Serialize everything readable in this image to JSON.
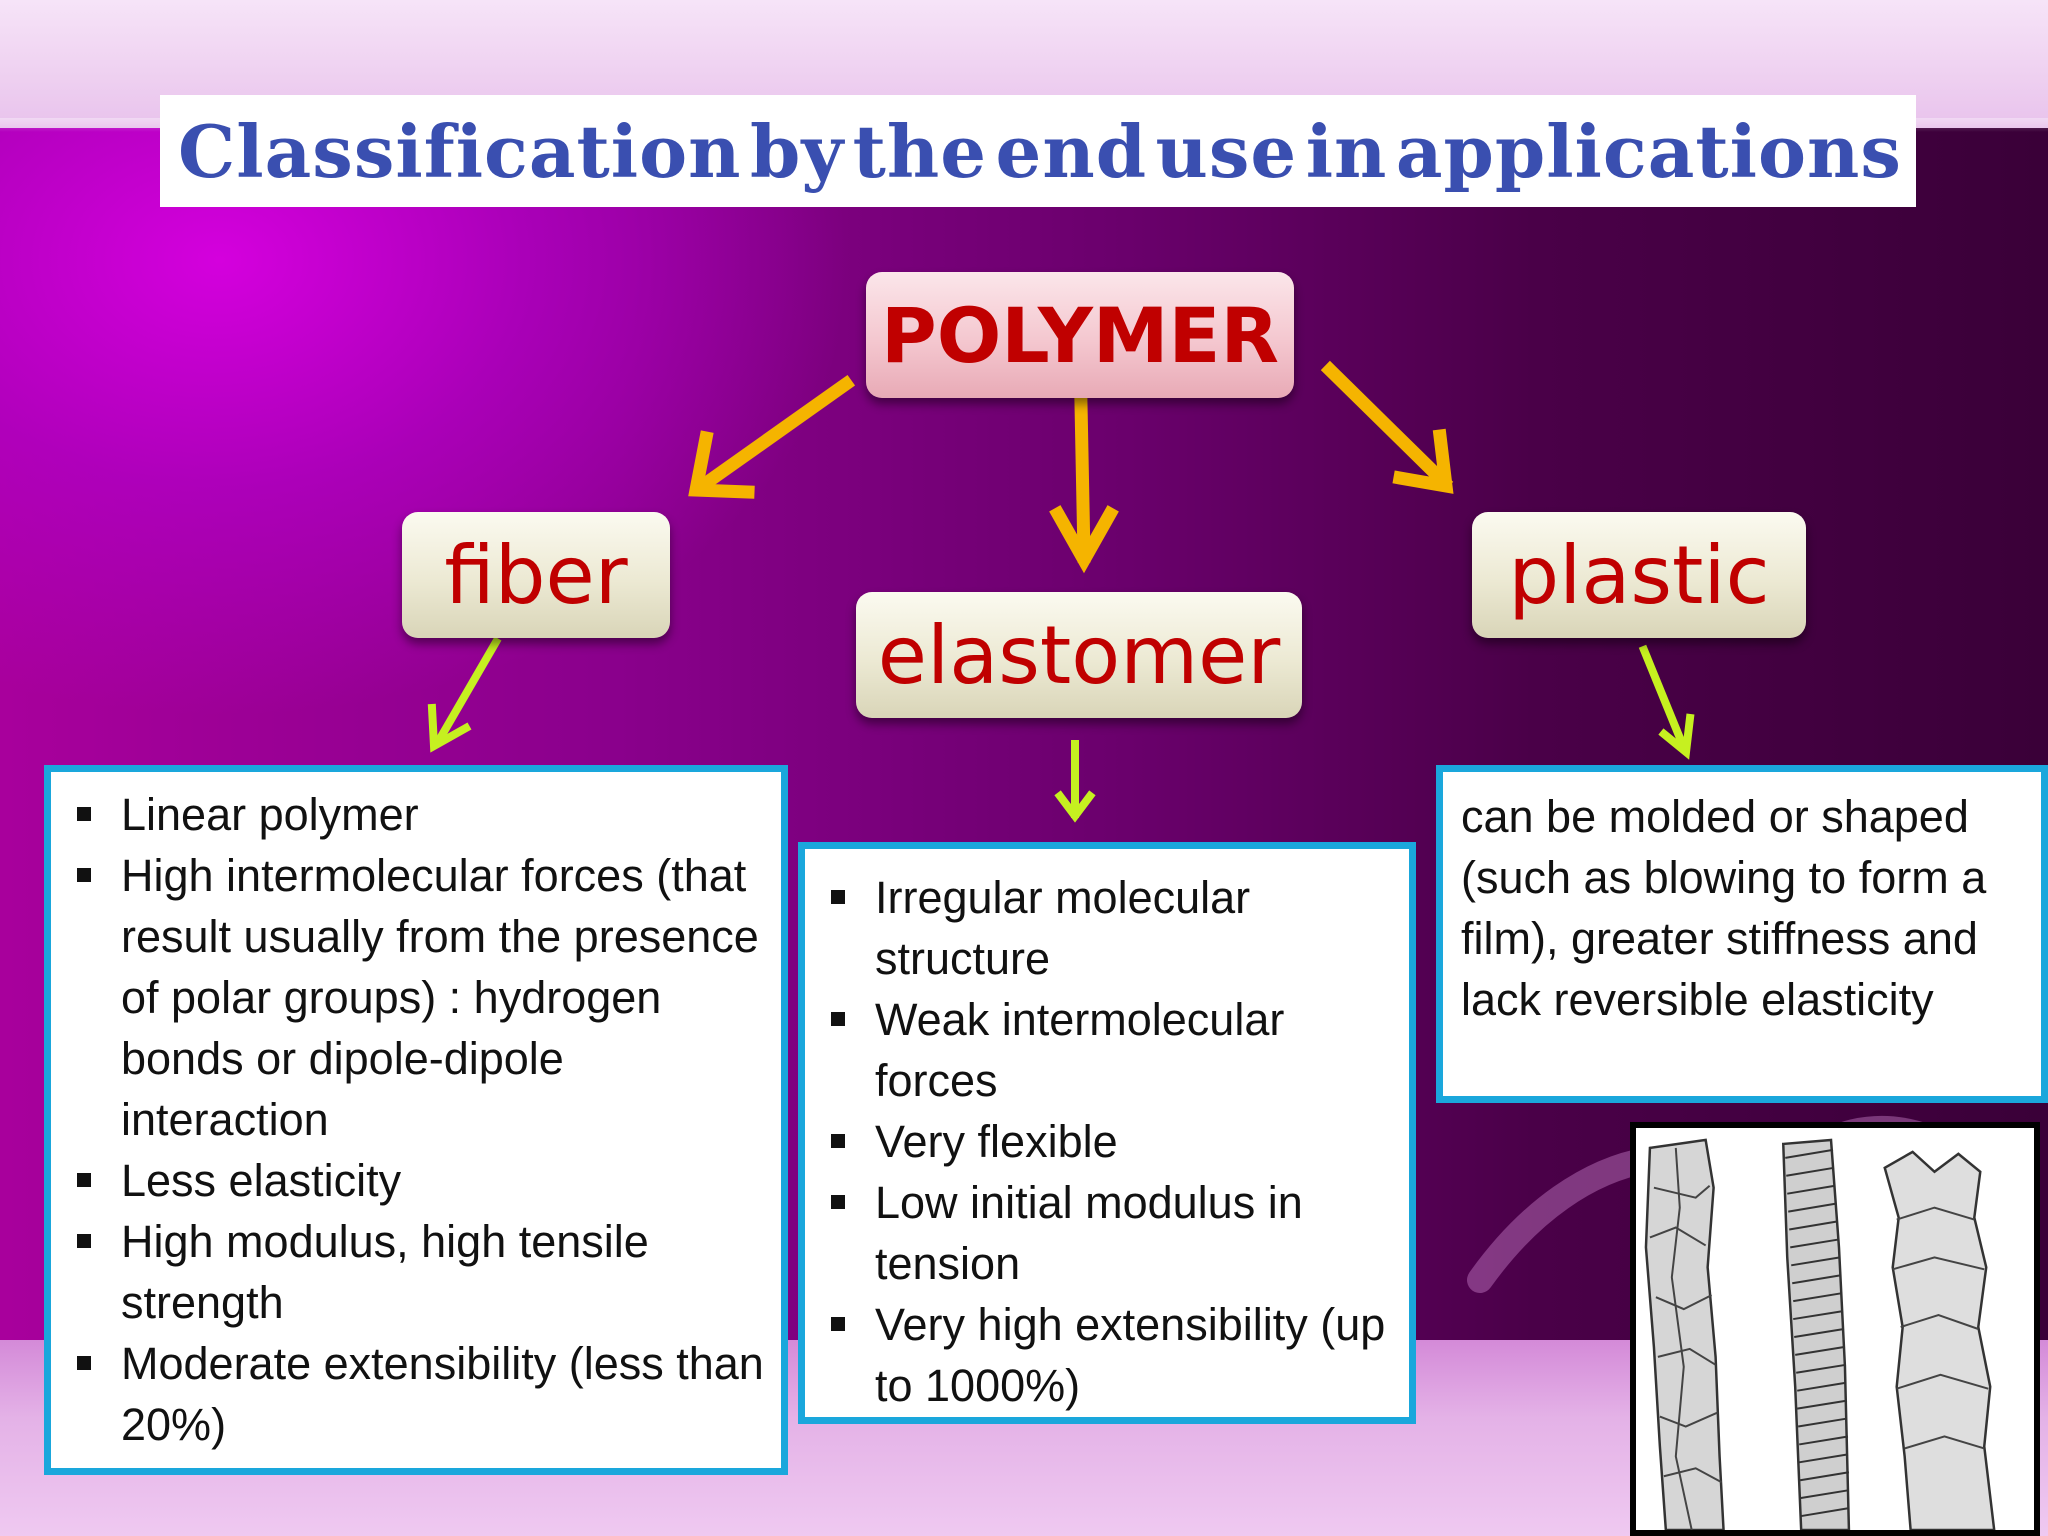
{
  "title": {
    "words": [
      "Classification",
      "by",
      "the",
      "end",
      "use",
      "in",
      "applications"
    ]
  },
  "colors": {
    "title_text": "#3a4fb0",
    "node_text": "#c00000",
    "arrow_main": "#f5b400",
    "arrow_sub": "#c6f020",
    "box_border": "#1aa7dc"
  },
  "diagram": {
    "root": "POLYMER",
    "categories": [
      {
        "label": "fiber",
        "bullets": [
          "Linear polymer",
          "High intermolecular forces (that result usually from the presence of polar groups) : hydrogen bonds or dipole-dipole interaction",
          "Less elasticity",
          "High modulus, high tensile strength",
          "Moderate extensibility (less than 20%)"
        ]
      },
      {
        "label": "elastomer",
        "bullets": [
          "Irregular molecular structure",
          "Weak intermolecular forces",
          "Very flexible",
          "Low initial modulus in tension",
          "Very high extensibility (up to 1000%)"
        ]
      },
      {
        "label": "plastic",
        "description": "can be molded or shaped (such as blowing to form a film), greater stiffness and lack reversible elasticity"
      }
    ]
  },
  "illustration": {
    "icon": "fiber-strands-illustration"
  }
}
